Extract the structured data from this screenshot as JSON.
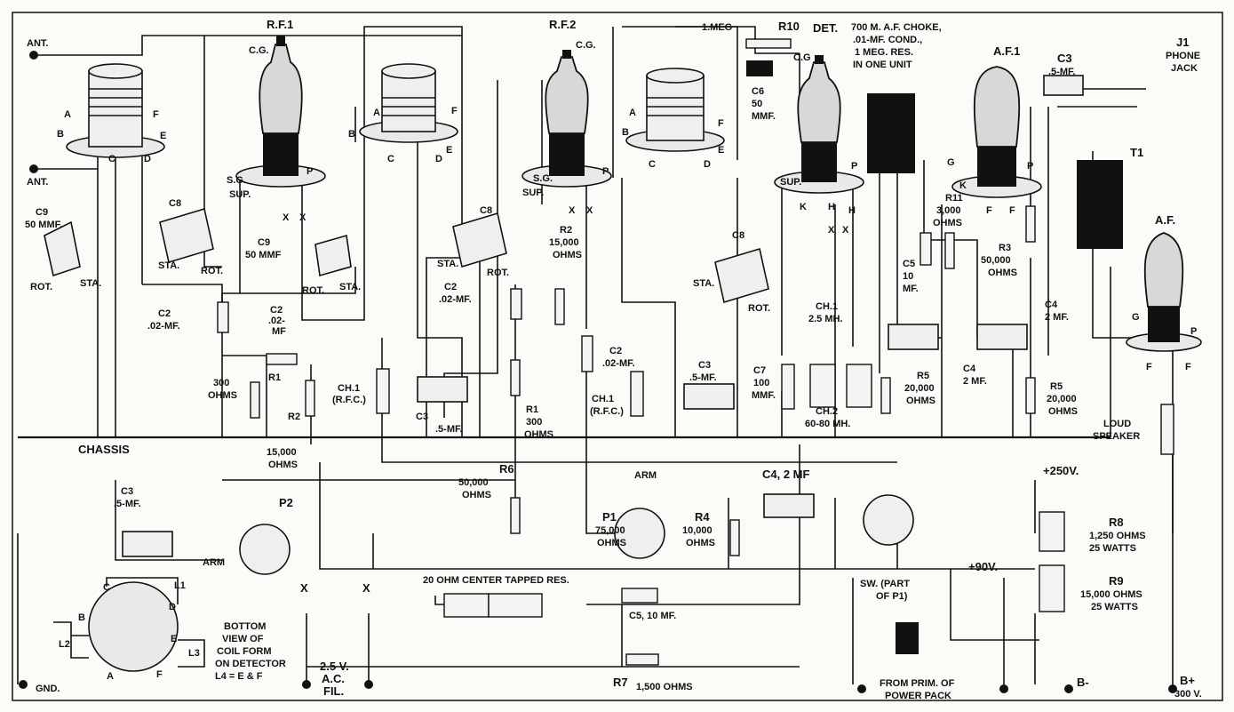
{
  "labels": {
    "ant1": "ANT.",
    "ant2": "ANT.",
    "gnd": "GND.",
    "chassis": "CHASSIS",
    "rf1": "R.F.1",
    "rf2": "R.F.2",
    "det": "DET.",
    "af1": "A.F.1",
    "af": "A.F.",
    "cg": "C.G.",
    "cg2": "C.G.",
    "cg3": "C.G",
    "pinA": "A",
    "pinB": "B",
    "pinC": "C",
    "pinD": "D",
    "pinE": "E",
    "pinF": "F",
    "sg": "S.G.",
    "p": "P",
    "sup": "SUP.",
    "k": "K",
    "h": "H",
    "x": "X",
    "c9a": "C9",
    "c9a_val": "50 MMF.",
    "c9b": "C9",
    "c9b_val": "50 MMF",
    "c8": "C8",
    "sta": "STA.",
    "rot": "ROT.",
    "c2": "C2",
    "c2_val": ".02-MF.",
    "c2b_val": ".02-",
    "c2b_mf": "MF",
    "r1": "R1",
    "r1_val": "300",
    "r1_unit": "OHMS",
    "r2": "R2",
    "r2_val": "15,000",
    "r2_unit": "OHMS",
    "ch1": "CH.1",
    "ch1_rfc": "(R.F.C.)",
    "c3": "C3",
    "c3_val": ".5-MF.",
    "r2b_val": "15,000",
    "r2b_unit": "OHMS",
    "r1b_val": "300",
    "r1b_unit": "OHMS",
    "r10": "R10",
    "r10_val": "1.MEG",
    "c6": "C6",
    "c6_val": "50",
    "c6_unit": "MMF.",
    "choke_note": [
      "700 M. A.F. CHOKE,",
      ".01-MF. COND.,",
      "1 MEG. RES.",
      "IN ONE UNIT"
    ],
    "j1": "J1",
    "j1_desc": "PHONE",
    "j1_desc2": "JACK",
    "c3c_val": ".5-MF.",
    "t1": "T1",
    "r11": "R11",
    "r11_val": "3,000",
    "r11_unit": "OHMS",
    "c5": "C5",
    "c5_val": "10",
    "c5_unit": "MF.",
    "r3": "R3",
    "r3_val": "50,000",
    "r3_unit": "OHMS",
    "ch1b": "CH.1",
    "ch1b_val": "2.5 MH.",
    "c7": "C7",
    "c7_val": "100",
    "c7_unit": "MMF.",
    "ch2": "CH.2",
    "ch2_val": "60-80 MH.",
    "r5": "R5",
    "r5_val": "20,000",
    "r5_unit": "OHMS",
    "c4": "C4",
    "c4_val": "2 MF.",
    "c4b_val": "2 MF",
    "c4c": "C4, 2 MF",
    "loud": "LOUD",
    "speaker": "SPEAKER",
    "plus250": "+250V.",
    "plus90": "+90V.",
    "r6": "R6",
    "r6_val": "50,000",
    "r6_unit": "OHMS",
    "arm": "ARM",
    "p1": "P1",
    "p1_val": "75,000",
    "p1_unit": "OHMS",
    "r4": "R4",
    "r4_val": "10,000",
    "r4_unit": "OHMS",
    "r8": "R8",
    "r8_val": "1,250 OHMS",
    "r8_w": "25 WATTS",
    "r9": "R9",
    "r9_val": "15,000 OHMS",
    "r9_w": "25 WATTS",
    "p2": "P2",
    "center_tapped": "20 OHM CENTER TAPPED RES.",
    "c5b": "C5, 10 MF.",
    "r7": "R7",
    "r7_val": "1,500 OHMS",
    "sw": "SW. (PART",
    "sw2": "OF P1)",
    "prim": "FROM PRIM. OF",
    "prim2": "POWER PACK",
    "bminus": "B-",
    "bplus": "B+",
    "bplus_v": "300 V.",
    "fil": "2.5 V.",
    "fil2": "A.C.",
    "fil3": "FIL.",
    "coil_l1": "L1",
    "coil_l2": "L2",
    "coil_l3": "L3",
    "bottom_view": [
      "BOTTOM",
      "VIEW OF",
      "COIL FORM",
      "ON DETECTOR",
      "L4 = E & F"
    ],
    "g": "G",
    "f": "F"
  },
  "colors": {
    "ink": "#111111",
    "paper": "#fbfbf8",
    "tube_glass": "#d8d8d8"
  }
}
